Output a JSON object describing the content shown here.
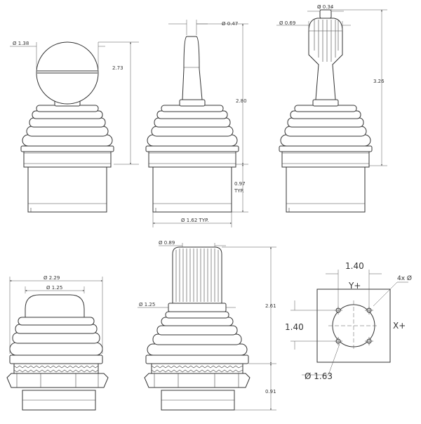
{
  "views": {
    "ball": {
      "dia_label": "Ø 1.38",
      "height_label": "2.73"
    },
    "stick": {
      "dia_label": "Ø 0.47",
      "height_label": "2.80",
      "base_height_label": "0.97",
      "typ_label": "TYP.",
      "base_dia_label": "Ø 1.62 TYP."
    },
    "grip": {
      "top_dia_label": "Ø 0.34",
      "dia_label": "Ø 0.69",
      "height_label": "3.26"
    },
    "low_knob": {
      "outer_dia_label": "Ø 2.29",
      "inner_dia_label": "Ø 1.25"
    },
    "knurled": {
      "top_dia_label": "Ø 0.89",
      "dia_label": "Ø 1.25",
      "height_label": "2.61",
      "base_height_label": "0.91"
    },
    "panel": {
      "width_label": "1.40",
      "height_label": "1.40",
      "y_axis_label": "Y+",
      "x_axis_label": "X+",
      "holes_label": "4x Ø",
      "cutout_label": "Ø 1.63"
    }
  }
}
